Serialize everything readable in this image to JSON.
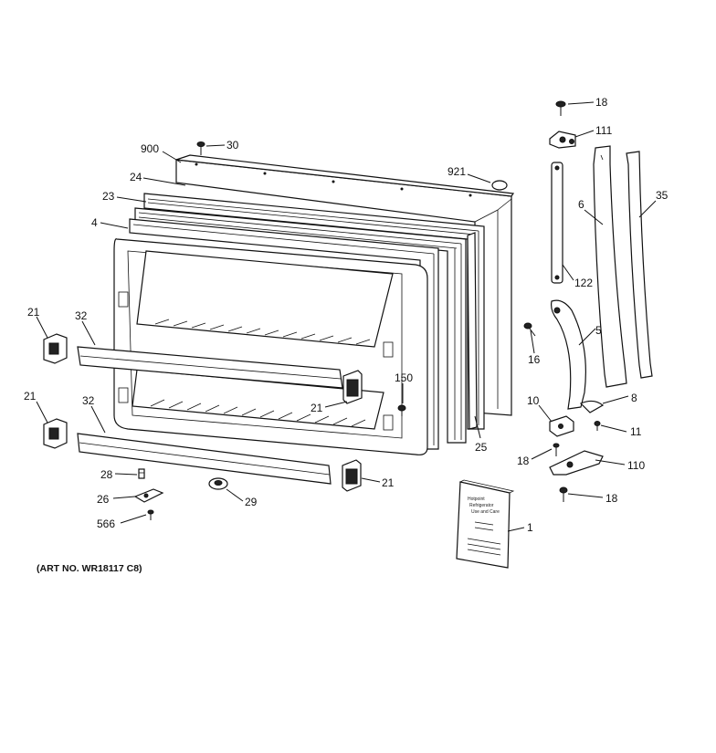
{
  "art_number": "(ART NO. WR18117 C8)",
  "callouts": {
    "c18a": "18",
    "c111": "111",
    "c30": "30",
    "c900": "900",
    "c921": "921",
    "c24": "24",
    "c23": "23",
    "c6": "6",
    "c35": "35",
    "c4": "4",
    "c122": "122",
    "c21a": "21",
    "c32a": "32",
    "c5": "5",
    "c16": "16",
    "c150": "150",
    "c21b": "21",
    "c21c": "21",
    "c32b": "32",
    "c10": "10",
    "c8": "8",
    "c11": "11",
    "c25": "25",
    "c18b": "18",
    "c110": "110",
    "c28": "28",
    "c21d": "21",
    "c26": "26",
    "c29": "29",
    "c18c": "18",
    "c566": "566",
    "c1": "1"
  },
  "booklet_lines": [
    "Hotpoint",
    "Refrigerator",
    "Use and Care"
  ]
}
